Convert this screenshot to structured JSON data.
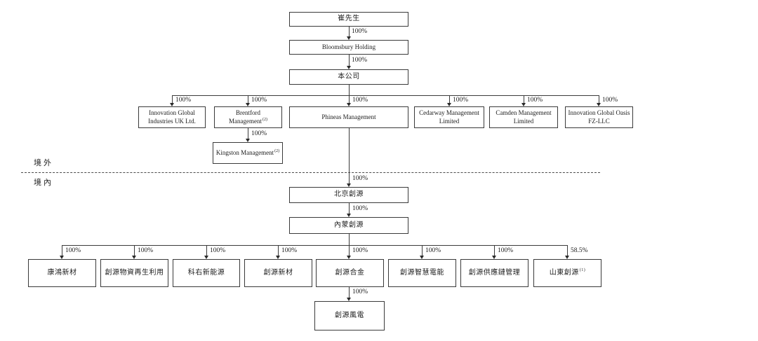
{
  "diagram": {
    "regions": {
      "offshore_label": "境外",
      "onshore_label": "境內"
    },
    "nodes": {
      "mr_cui": {
        "label": "崔先生"
      },
      "bloomsbury": {
        "label": "Bloomsbury Holding"
      },
      "company": {
        "label": "本公司"
      },
      "innovation_uk": {
        "label": "Innovation Global Industries UK Ltd."
      },
      "brentford": {
        "label": "Brentford Management",
        "note": "(2)"
      },
      "phineas": {
        "label": "Phineas Management"
      },
      "cedarway": {
        "label": "Cedarway Management Limited"
      },
      "camden": {
        "label": "Camden Management Limited"
      },
      "oasis": {
        "label": "Innovation Global Oasis FZ-LLC"
      },
      "kingston": {
        "label": "Kingston Management",
        "note": "(2)"
      },
      "beijing": {
        "label": "北京創源"
      },
      "neimeng": {
        "label": "內蒙創源"
      },
      "kanghong": {
        "label": "康鴻新材"
      },
      "wuzi": {
        "label": "創源物資再生利用"
      },
      "keyou": {
        "label": "科右新能源"
      },
      "xincai": {
        "label": "創源新材"
      },
      "hejin": {
        "label": "創源合金"
      },
      "zhihui": {
        "label": "創源智慧電能"
      },
      "gongyinglian": {
        "label": "創源供應鏈管理"
      },
      "shandong": {
        "label": "山東創源",
        "note": "(1)"
      },
      "fengdian": {
        "label": "創源風電"
      }
    },
    "edges": {
      "cui_to_bloomsbury": "100%",
      "bloomsbury_to_company": "100%",
      "company_to_innovation_uk": "100%",
      "company_to_brentford": "100%",
      "company_to_phineas": "100%",
      "company_to_cedarway": "100%",
      "company_to_camden": "100%",
      "company_to_oasis": "100%",
      "brentford_to_kingston": "100%",
      "phineas_to_beijing": "100%",
      "beijing_to_neimeng": "100%",
      "neimeng_to_kanghong": "100%",
      "neimeng_to_wuzi": "100%",
      "neimeng_to_keyou": "100%",
      "neimeng_to_xincai": "100%",
      "neimeng_to_hejin": "100%",
      "neimeng_to_zhihui": "100%",
      "neimeng_to_gongyinglian": "100%",
      "neimeng_to_shandong": "58.5%",
      "hejin_to_fengdian": "100%"
    }
  }
}
